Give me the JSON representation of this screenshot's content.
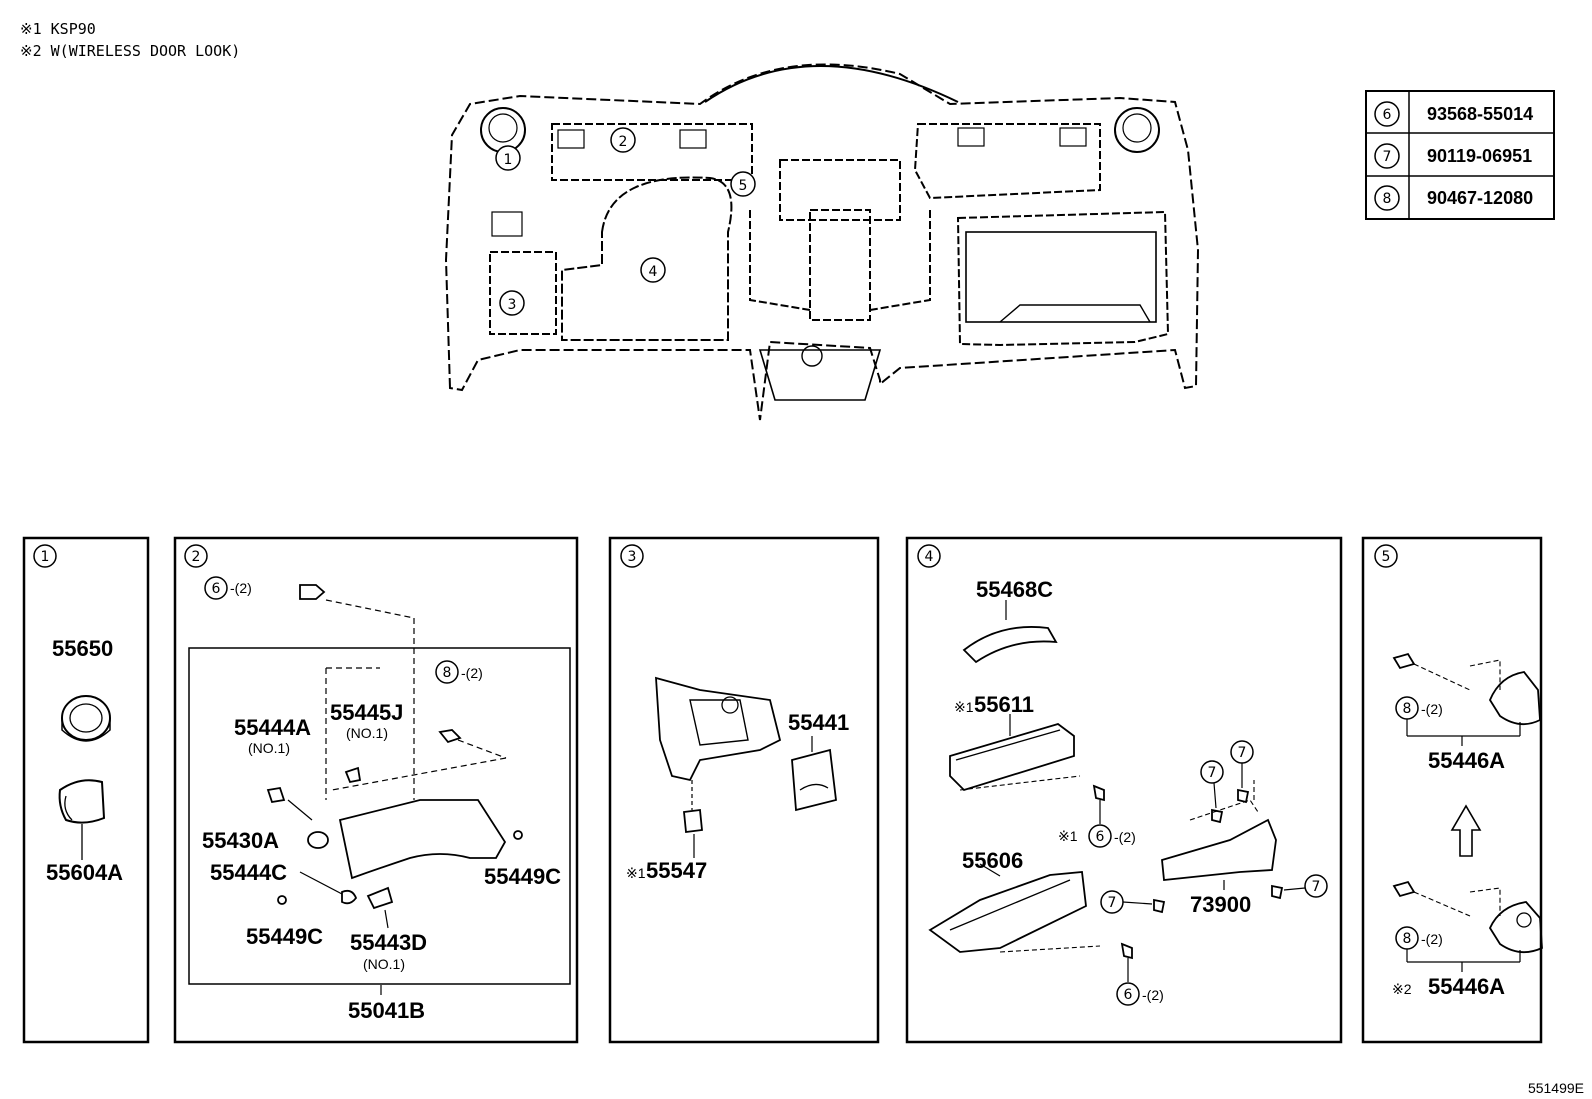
{
  "notes": {
    "note1": "※1 KSP90",
    "note2": "※2 W(WIRELESS DOOR LOOK)"
  },
  "fastener_table": [
    {
      "key": "6",
      "part": "93568-55014"
    },
    {
      "key": "7",
      "part": "90119-06951"
    },
    {
      "key": "8",
      "part": "90467-12080"
    }
  ],
  "overview_callouts": [
    "1",
    "2",
    "3",
    "4",
    "5"
  ],
  "panels": {
    "p1": {
      "num": "1",
      "parts": {
        "a": "55650",
        "b": "55604A"
      }
    },
    "p2": {
      "num": "2",
      "qty": "-(2)",
      "fastener6": "6",
      "fastener8": "8",
      "parts": {
        "a": "55444A",
        "a_sub": "(NO.1)",
        "b": "55445J",
        "b_sub": "(NO.1)",
        "c": "55430A",
        "d": "55444C",
        "e": "55449C",
        "f": "55449C",
        "g": "55443D",
        "g_sub": "(NO.1)",
        "assy": "55041B"
      }
    },
    "p3": {
      "num": "3",
      "mark": "※1",
      "parts": {
        "a": "55441",
        "b": "55547"
      }
    },
    "p4": {
      "num": "4",
      "mark": "※1",
      "qty": "-(2)",
      "f6": "6",
      "f7": "7",
      "parts": {
        "a": "55468C",
        "b": "55611",
        "c": "55606",
        "d": "73900"
      }
    },
    "p5": {
      "num": "5",
      "mark": "※2",
      "qty": "-(2)",
      "f8": "8",
      "parts": {
        "a": "55446A",
        "b": "55446A"
      }
    }
  },
  "figure_id": "551499E"
}
